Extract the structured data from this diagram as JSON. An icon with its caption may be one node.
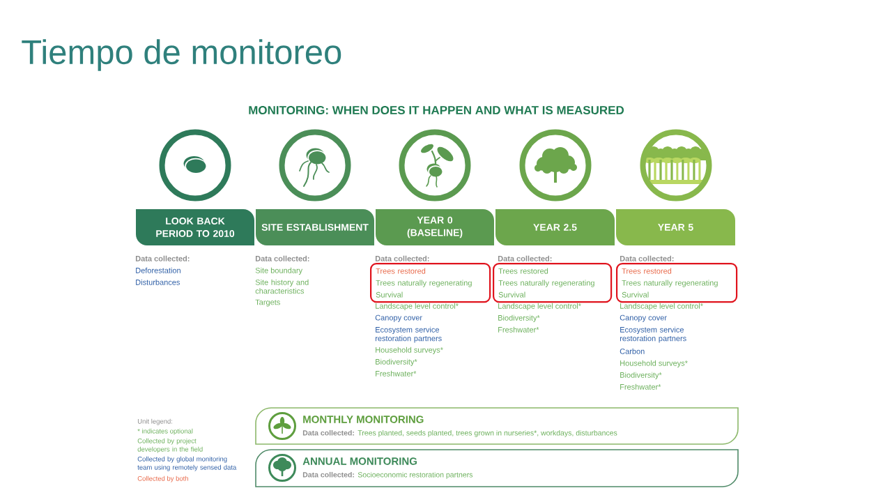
{
  "diagram": {
    "title": "Tiempo de monitoreo",
    "nodes": [
      {
        "text": [
          "LOOK BACK PERIOD TO 2010"
        ],
        "beside": [
          "Data collected:",
          "Deforestation",
          "Disturbances"
        ]
      },
      {
        "text": [
          "SITE ESTABLISHMENT"
        ],
        "beside": [
          "Data collected:",
          "Site boundary",
          "Site history and characteristics",
          "Targets"
        ]
      },
      {
        "text": [
          "YEAR 0 (BASELINE)"
        ],
        "beside": [
          "Landscape level control*",
          "Canopy cover",
          "Ecosystem service restoration partners",
          "Household surveys*",
          "Biodiversity*",
          "Freshwater*"
        ]
      },
      {
        "text": [
          "YEAR 2.5"
        ],
        "beside": [
          "Landscape level control*",
          "Biodiversity*",
          "Freshwater*"
        ]
      },
      {
        "text": [
          "YEAR 5"
        ],
        "beside": [
          "Landscape level control*",
          "Canopy cover",
          "Ecosystem service restoration partners",
          "Carbon",
          "Household surveys*",
          "Biodiversity*",
          "Freshwater*"
        ]
      },
      {
        "text": [
          "Trees restored",
          "Trees naturally regenerating",
          "Survival"
        ],
        "beside": [
          "Data collected:"
        ]
      },
      {
        "text": [
          "Trees restored",
          "Trees naturally regenerating",
          "Survival"
        ],
        "beside": [
          "Data collected:"
        ]
      },
      {
        "text": [
          "Trees restored",
          "Trees naturally regenerating",
          "Survival"
        ],
        "beside": [
          "Data collected:"
        ]
      },
      {
        "text": [
          "MONTHLY MONITORING",
          "Data collected:",
          "Trees planted, seeds planted, trees grown in nurseries*, workdays, disturbances"
        ]
      },
      {
        "text": [
          "ANNUAL MONITORING",
          "Data collected:",
          "Socioeconomic restoration partners"
        ]
      }
    ],
    "labels": [
      "MONITORING: WHEN DOES IT HAPPEN AND WHAT IS MEASURED",
      "Unit legend:",
      "* indicates optional",
      "Collected by project developers in the field",
      "Collected by global monitoring team using remotely sensed data",
      "Collected by both"
    ]
  }
}
